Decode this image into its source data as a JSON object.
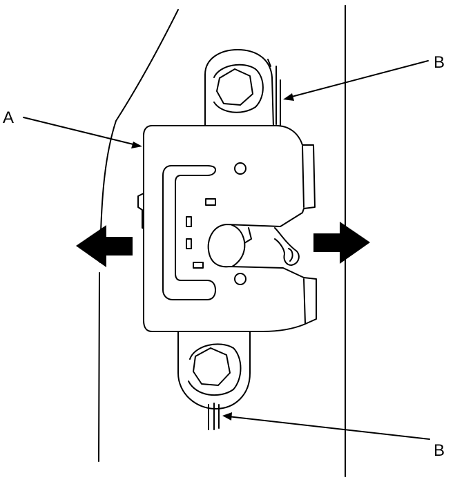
{
  "callouts": {
    "a": "A",
    "b_upper": "B",
    "b_lower": "B"
  },
  "colors": {
    "line": "#000000",
    "background": "#ffffff"
  },
  "icons": {
    "left_arrow": "arrow-left-icon",
    "right_arrow": "arrow-right-icon"
  }
}
